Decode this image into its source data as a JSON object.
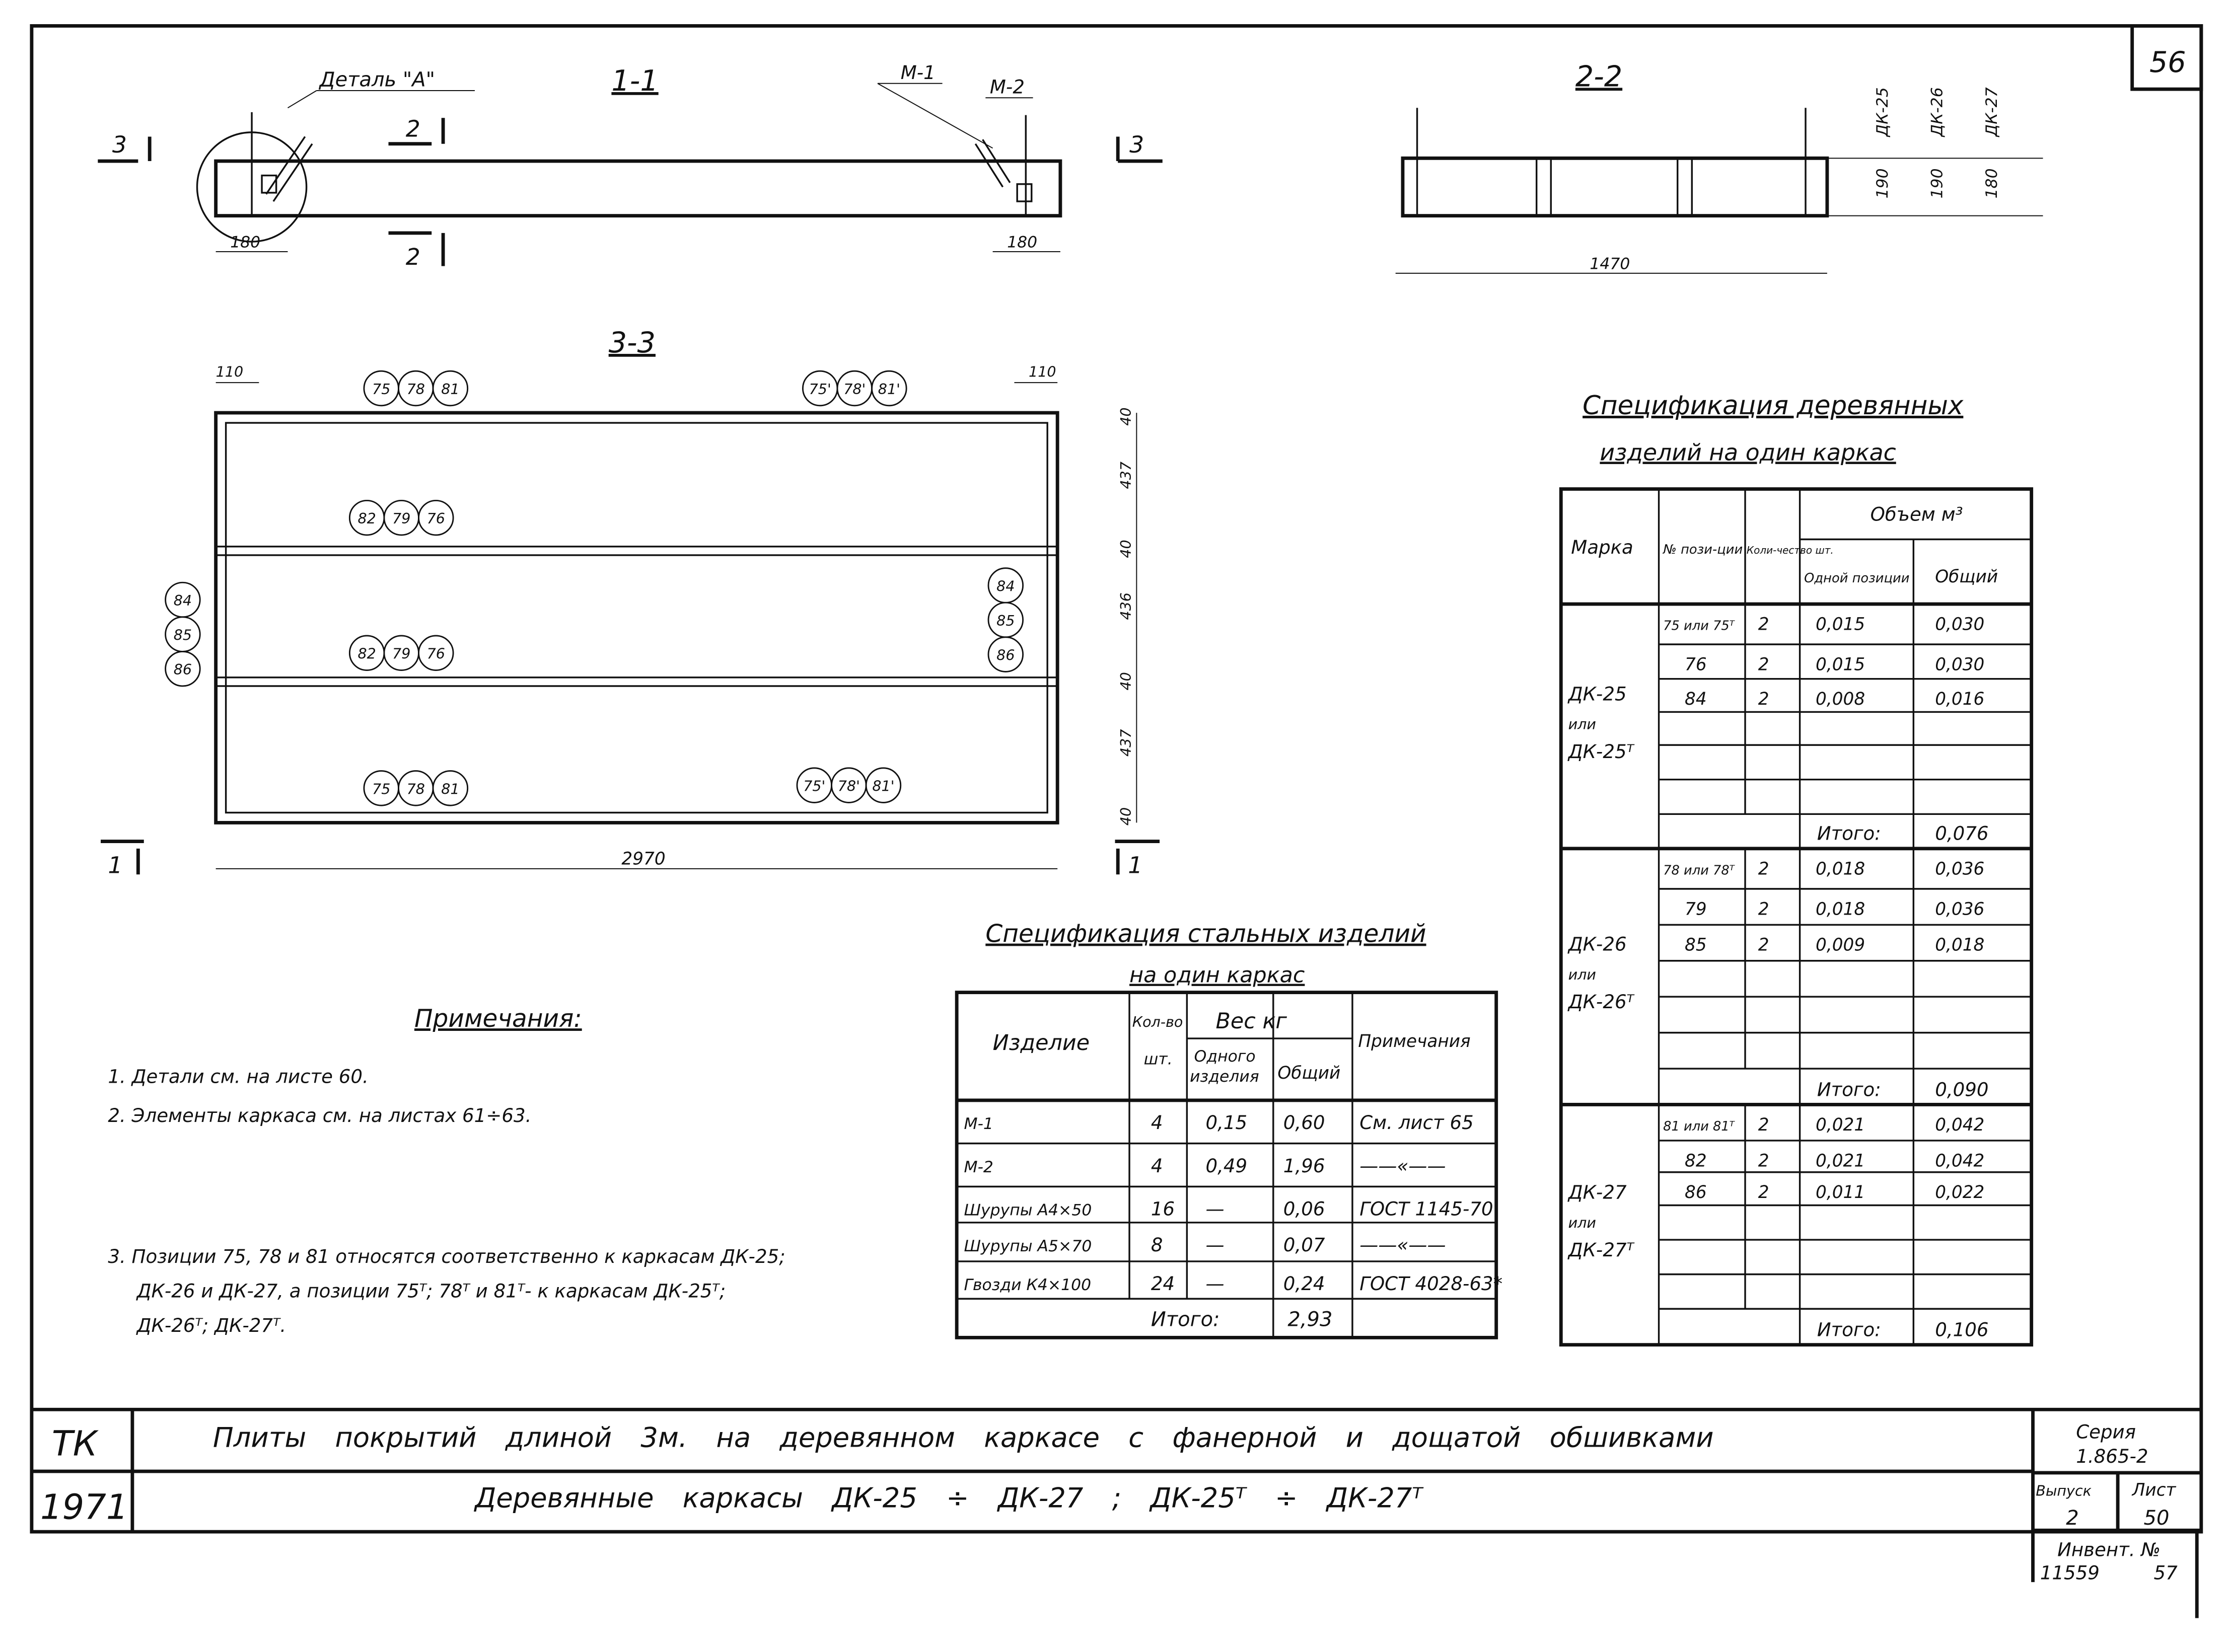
{
  "sheet_number": "56",
  "sections": {
    "s11": {
      "title": "1-1",
      "detail": "Деталь \"А\"",
      "m1": "М-1",
      "m2": "М-2",
      "dim_left": "180",
      "dim_right": "180",
      "cut3": "3",
      "cut2": "2"
    },
    "s22": {
      "title": "2-2",
      "dim_len": "1470",
      "heights": [
        "190",
        "190",
        "180"
      ],
      "marks": [
        "ДК-25",
        "ДК-26",
        "ДК-27"
      ]
    },
    "s33": {
      "title": "3-3",
      "dim_110": "110",
      "dim_len": "2970",
      "cut1": "1",
      "vert_dims": [
        "40",
        "437",
        "40",
        "436",
        "40",
        "437",
        "40"
      ],
      "bubbles_top_left": [
        "75",
        "78",
        "81"
      ],
      "bubbles_top_right": [
        "75'",
        "78'",
        "81'"
      ],
      "bubbles_mid": [
        "82",
        "79",
        "76"
      ],
      "bubbles_side": [
        "84",
        "85",
        "86"
      ]
    }
  },
  "wood_spec": {
    "title1": "Спецификация деревянных",
    "title2": "изделий на один каркас",
    "headers": {
      "mark": "Марка",
      "pos": "№ пози-ции",
      "qty": "Коли-чество шт.",
      "vol": "Объем м³",
      "one": "Одной позиции",
      "total": "Общий"
    },
    "total_label": "Итого:",
    "groups": [
      {
        "mark": [
          "ДК-25",
          "или",
          "ДК-25ᵀ"
        ],
        "rows": [
          [
            "75 или 75ᵀ",
            "2",
            "0,015",
            "0,030"
          ],
          [
            "76",
            "2",
            "0,015",
            "0,030"
          ],
          [
            "84",
            "2",
            "0,008",
            "0,016"
          ]
        ],
        "total": "0,076"
      },
      {
        "mark": [
          "ДК-26",
          "или",
          "ДК-26ᵀ"
        ],
        "rows": [
          [
            "78 или 78ᵀ",
            "2",
            "0,018",
            "0,036"
          ],
          [
            "79",
            "2",
            "0,018",
            "0,036"
          ],
          [
            "85",
            "2",
            "0,009",
            "0,018"
          ]
        ],
        "total": "0,090"
      },
      {
        "mark": [
          "ДК-27",
          "или",
          "ДК-27ᵀ"
        ],
        "rows": [
          [
            "81 или 81ᵀ",
            "2",
            "0,021",
            "0,042"
          ],
          [
            "82",
            "2",
            "0,021",
            "0,042"
          ],
          [
            "86",
            "2",
            "0,011",
            "0,022"
          ]
        ],
        "total": "0,106"
      }
    ]
  },
  "steel_spec": {
    "title1": "Спецификация стальных изделий",
    "title2": "на один каркас",
    "headers": {
      "item": "Изделие",
      "qty1": "Кол-во",
      "qty2": "шт.",
      "weight": "Вес кг",
      "one1": "Одного",
      "one2": "изделия",
      "total": "Общий",
      "note": "Примечания"
    },
    "rows": [
      [
        "М-1",
        "4",
        "0,15",
        "0,60",
        "См. лист 65"
      ],
      [
        "М-2",
        "4",
        "0,49",
        "1,96",
        "——«——"
      ],
      [
        "Шурупы А4×50",
        "16",
        "—",
        "0,06",
        "ГОСТ 1145-70"
      ],
      [
        "Шурупы А5×70",
        "8",
        "—",
        "0,07",
        "——«——"
      ],
      [
        "Гвозди К4×100",
        "24",
        "—",
        "0,24",
        "ГОСТ 4028-63*"
      ]
    ],
    "total_label": "Итого:",
    "total": "2,93"
  },
  "notes": {
    "title": "Примечания:",
    "items": [
      "1. Детали см. на листе 60.",
      "2. Элементы каркаса см. на листах 61÷63.",
      "3. Позиции 75, 78 и 81 относятся соответственно к каркасам ДК-25;",
      "ДК-26 и ДК-27, а позиции 75ᵀ; 78ᵀ и 81ᵀ- к каркасам ДК-25ᵀ;",
      "ДК-26ᵀ; ДК-27ᵀ."
    ]
  },
  "title_block": {
    "org": "ТК",
    "year": "1971",
    "title": "Плиты покрытий длиной 3м. на деревянном каркасе с фанерной и дощатой обшивками",
    "subtitle": "Деревянные каркасы ДК-25 ÷ ДК-27 ; ДК-25ᵀ ÷ ДК-27ᵀ",
    "series_label": "Серия",
    "series": "1.865-2",
    "issue_label": "Выпуск",
    "issue": "2",
    "sheet_label": "Лист",
    "sheet": "50",
    "inv_label": "Инвент. №",
    "inv": "11559",
    "inv2": "57"
  }
}
